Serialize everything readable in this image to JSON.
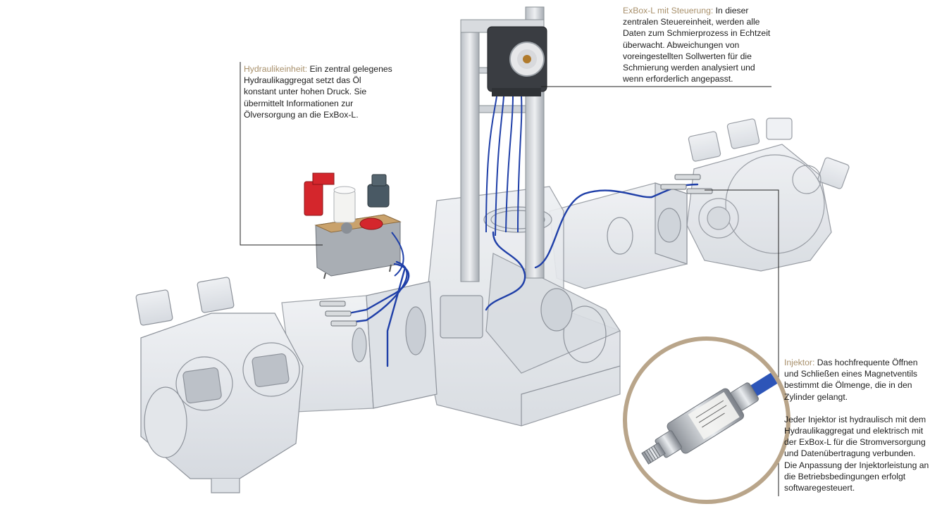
{
  "colors": {
    "highlight": "#a8906b",
    "text": "#1e1e1e",
    "leader_line": "#222222",
    "cable_blue": "#1f3fa8",
    "glass_fill": "#e4e7ec",
    "glass_stroke": "#8e939b",
    "inset_ring": "#b9a58a",
    "pump_red": "#d4262c",
    "wood_plate": "#c9a26c"
  },
  "callouts": {
    "hydraulik": {
      "title": "Hydraulikeinheit:",
      "text": "Ein zentral gelegenes Hydraulikaggregat setzt das Öl konstant unter hohen Druck. Sie übermittelt Informationen zur Ölversorgung an die ExBox-L."
    },
    "exbox": {
      "title": "ExBox-L mit Steuerung:",
      "text": "In dieser zentralen Steuereinheit, werden alle Daten zum Schmierprozess in Echtzeit überwacht. Abweichungen von voreingestellten Sollwerten für die Schmierung werden analysiert und wenn erforderlich angepasst."
    },
    "injektor": {
      "title": "Injektor:",
      "text": "Das hochfrequente Öffnen und Schließen eines Magnetventils bestimmt die Ölmenge, die in den Zylinder gelangt.",
      "text2": "Jeder Injektor ist hydraulisch mit dem Hydraulikaggregat und elektrisch mit der ExBox-L für die Stromversorgung und Datenübertragung verbunden. Die Anpassung der Injektorleistung an die Betriebsbedingungen erfolgt softwaregesteuert."
    }
  },
  "icons": {
    "hydraulic_unit": "hydraulic-unit-icon",
    "exbox_controller": "exbox-controller-icon",
    "injector_closeup": "injector-closeup-icon",
    "cylinder_block": "cylinder-block-icon"
  }
}
